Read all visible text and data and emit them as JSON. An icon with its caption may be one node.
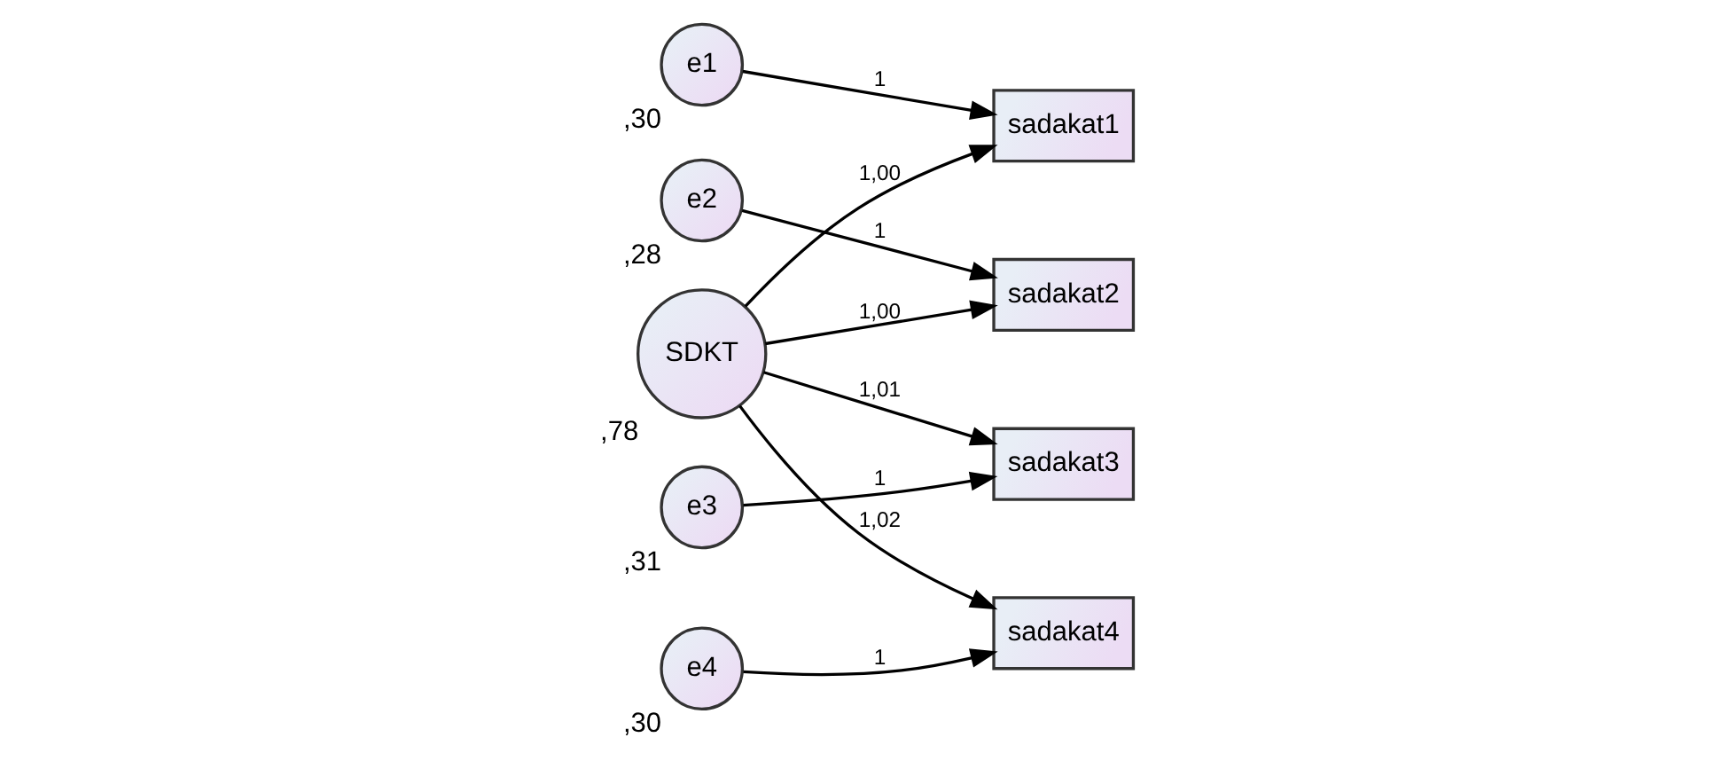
{
  "diagram": {
    "nodes": [
      {
        "text": [
          "SDKT"
        ],
        "beside": [
          ",78"
        ]
      },
      {
        "text": [
          "sadakat1"
        ]
      },
      {
        "text": [
          "sadakat2"
        ]
      },
      {
        "text": [
          "sadakat3"
        ]
      },
      {
        "text": [
          "sadakat4"
        ]
      },
      {
        "text": [
          "e1"
        ],
        "beside": [
          ",30"
        ]
      },
      {
        "text": [
          "e2"
        ],
        "beside": [
          ",28"
        ]
      },
      {
        "text": [
          "e3"
        ],
        "beside": [
          ",31"
        ]
      },
      {
        "text": [
          "e4"
        ],
        "beside": [
          ",30"
        ]
      }
    ],
    "edges": [
      {
        "from": 0,
        "to": 1,
        "arrow": "to",
        "label": "1,00"
      },
      {
        "from": 0,
        "to": 2,
        "arrow": "to",
        "label": "1,00"
      },
      {
        "from": 0,
        "to": 3,
        "arrow": "to",
        "label": "1,01"
      },
      {
        "from": 0,
        "to": 4,
        "arrow": "to",
        "label": "1,02"
      },
      {
        "from": 5,
        "to": 1,
        "arrow": "to",
        "label": "1"
      },
      {
        "from": 6,
        "to": 2,
        "arrow": "to",
        "label": "1"
      },
      {
        "from": 7,
        "to": 3,
        "arrow": "to",
        "label": "1"
      },
      {
        "from": 8,
        "to": 4,
        "arrow": "to",
        "label": "1"
      }
    ]
  }
}
